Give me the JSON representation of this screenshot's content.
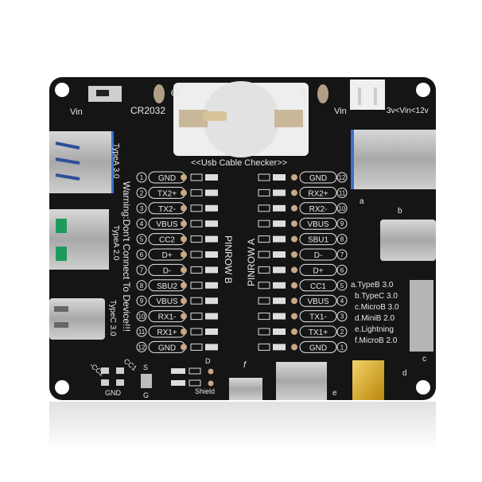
{
  "board": {
    "color": "#151515",
    "silk_color": "#e8e8e8",
    "title": "<<Usb Cable Checker>>",
    "battery_label": "CR2032",
    "minus_symbol": "⊖",
    "plus_symbol": "⊕",
    "vin_switch_label": "Vin",
    "vin_connector_label": "Vin",
    "vin_range": "3v<Vin<12v",
    "warning": "Warning:Don't Connect To Device!!!",
    "pinrow_a": "PINROW A",
    "pinrow_b": "PINROW B",
    "typea3": "TypeA 3.0",
    "typea2": "TypeA 2.0",
    "typec3": "TypeC 3.0",
    "cc2": "-CC2",
    "cc1": "CC1",
    "gnd": "GND",
    "s_label": "S",
    "g_label": "G",
    "d_label": "D",
    "shield_label": "Shield",
    "port_marks": {
      "a": "a",
      "b": "b",
      "c": "c",
      "d": "d",
      "e": "e",
      "f": "f"
    }
  },
  "pinrow_b_pins": [
    {
      "num": "1",
      "label": "GND"
    },
    {
      "num": "2",
      "label": "TX2+"
    },
    {
      "num": "3",
      "label": "TX2-"
    },
    {
      "num": "4",
      "label": "VBUS"
    },
    {
      "num": "5",
      "label": "CC2"
    },
    {
      "num": "6",
      "label": "D+"
    },
    {
      "num": "7",
      "label": "D-"
    },
    {
      "num": "8",
      "label": "SBU2"
    },
    {
      "num": "9",
      "label": "VBUS"
    },
    {
      "num": "10",
      "label": "RX1-"
    },
    {
      "num": "11",
      "label": "RX1+"
    },
    {
      "num": "12",
      "label": "GND"
    }
  ],
  "pinrow_a_pins": [
    {
      "num": "12",
      "label": "GND"
    },
    {
      "num": "11",
      "label": "RX2+"
    },
    {
      "num": "10",
      "label": "RX2-"
    },
    {
      "num": "9",
      "label": "VBUS"
    },
    {
      "num": "8",
      "label": "SBU1"
    },
    {
      "num": "7",
      "label": "D-"
    },
    {
      "num": "6",
      "label": "D+"
    },
    {
      "num": "5",
      "label": "CC1"
    },
    {
      "num": "4",
      "label": "VBUS"
    },
    {
      "num": "3",
      "label": "TX1-"
    },
    {
      "num": "2",
      "label": "TX1+"
    },
    {
      "num": "1",
      "label": "GND"
    }
  ],
  "legend": [
    "a.TypeB 3.0",
    "b.TypeC 3.0",
    "c.MicroB 3.0",
    "d.MiniB 2.0",
    "e.Lightning",
    "f.MicroB 2.0"
  ]
}
